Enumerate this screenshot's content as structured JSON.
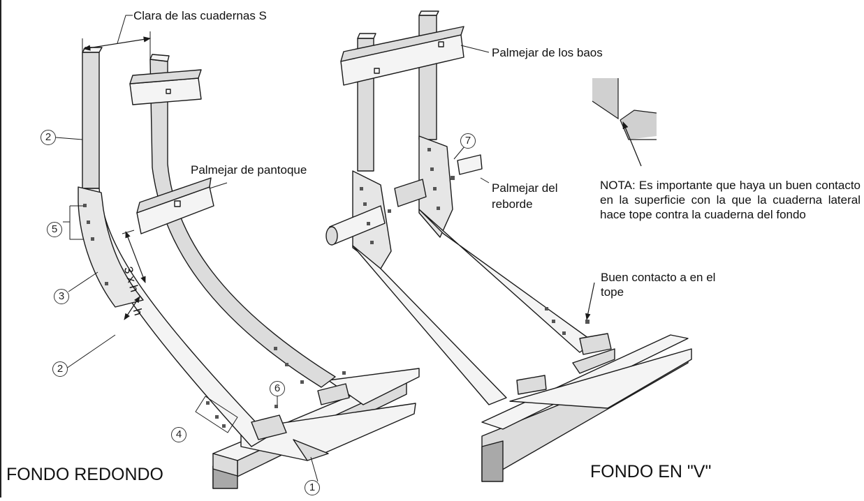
{
  "labels": {
    "frame_spacing": "Clara de las cuadernas S",
    "beam_clamp": "Palmejar de los baos",
    "bilge_stringer": "Palmejar de pantoque",
    "chine_stringer": "Palmejar del reborde",
    "good_contact": "Buen contacto a en el tope",
    "dim_3h": "3 x h",
    "dim_h": "h"
  },
  "note": "NOTA: Es importante que haya un buen contacto en la superficie con la que la cuaderna lateral hace tope contra la cuaderna del fondo",
  "titles": {
    "round_bottom": "FONDO REDONDO",
    "v_bottom": "FONDO EN \"V\""
  },
  "callouts": {
    "c1": "1",
    "c2a": "2",
    "c2b": "2",
    "c3": "3",
    "c4": "4",
    "c5": "5",
    "c6": "6",
    "c7": "7"
  },
  "colors": {
    "line": "#1a1a1a",
    "wood_light": "#f4f4f4",
    "wood_mid": "#dcdcdc",
    "wood_dark": "#a9a9a9",
    "note_shade": "#d0d0d0"
  }
}
